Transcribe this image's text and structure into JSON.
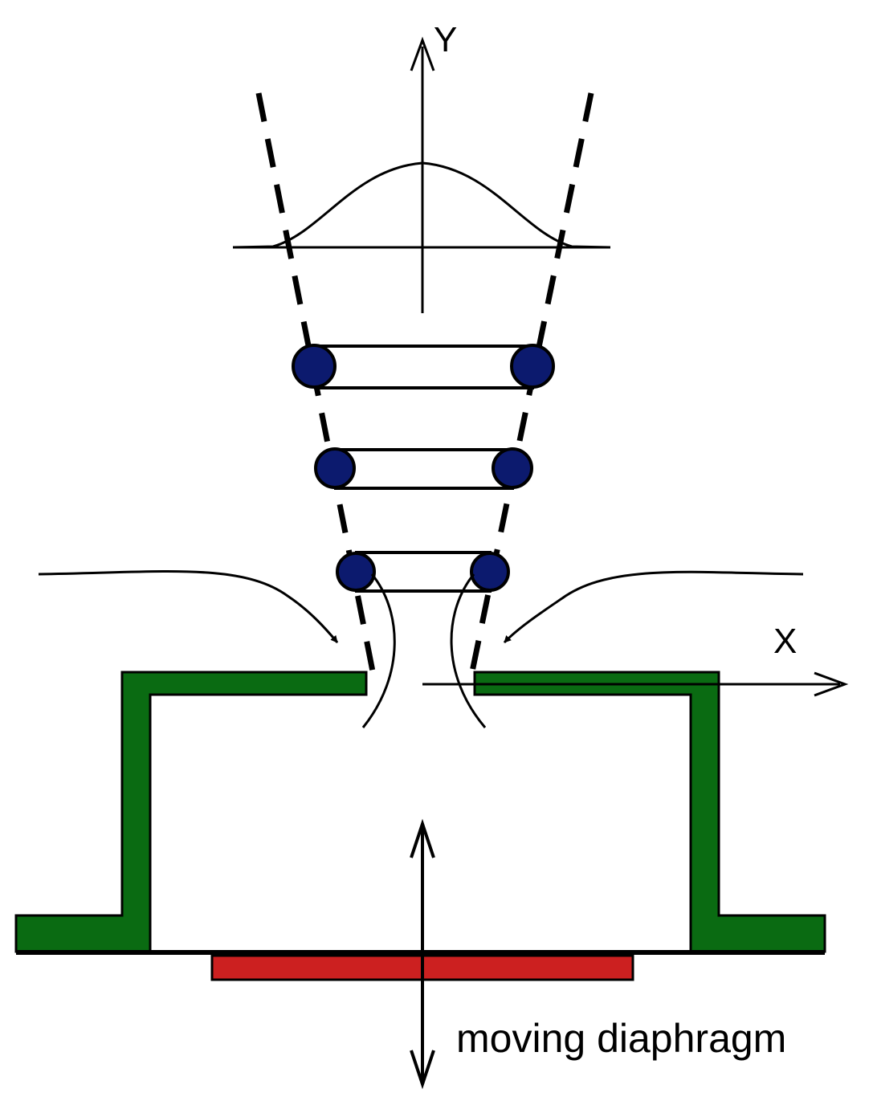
{
  "labels": {
    "y_axis": "Y",
    "x_axis": "X",
    "diaphragm": "moving diaphragm"
  },
  "colors": {
    "housing": "#0a6b12",
    "diaphragm": "#cc2020",
    "ring": "#0c1a6e",
    "line": "#000000",
    "background": "#ffffff"
  },
  "components": [
    "synthetic-jet-actuator",
    "vortex-rings",
    "velocity-profile",
    "moving-diaphragm",
    "entrainment-flow"
  ]
}
